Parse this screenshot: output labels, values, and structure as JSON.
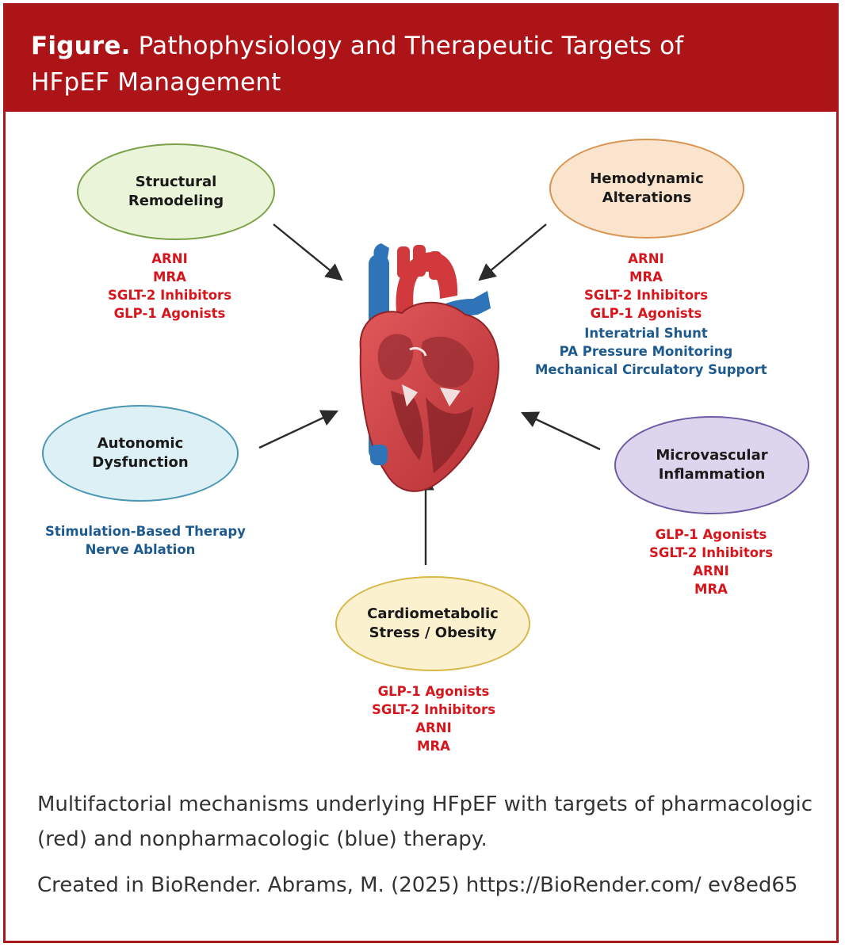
{
  "header": {
    "lead": "Figure.",
    "title": "Pathophysiology and Therapeutic Targets of HFpEF Management"
  },
  "colors": {
    "brand_red": "#ad1418",
    "pharmacologic_red": "#d6161c",
    "nonpharmacologic_blue": "#1d5a8f"
  },
  "icons": {
    "center": "heart-anatomy-icon"
  },
  "nodes": {
    "structural": {
      "label": "Structural Remodeling",
      "therapies": [
        "ARNI",
        "MRA",
        "SGLT-2 Inhibitors",
        "GLP-1 Agonists"
      ],
      "blue_therapies": []
    },
    "hemodynamic": {
      "label": "Hemodynamic Alterations",
      "therapies": [
        "ARNI",
        "MRA",
        "SGLT-2 Inhibitors",
        "GLP-1 Agonists"
      ],
      "blue_therapies": [
        "Interatrial Shunt",
        "PA Pressure Monitoring",
        "Mechanical Circulatory Support"
      ]
    },
    "autonomic": {
      "label": "Autonomic Dysfunction",
      "therapies": [],
      "blue_therapies": [
        "Stimulation-Based Therapy",
        "Nerve Ablation"
      ]
    },
    "microvascular": {
      "label": "Microvascular Inflammation",
      "therapies": [
        "GLP-1 Agonists",
        "SGLT-2 Inhibitors",
        "ARNI",
        "MRA"
      ],
      "blue_therapies": []
    },
    "cardiometabolic": {
      "label": "Cardiometabolic Stress / Obesity",
      "therapies": [
        "GLP-1 Agonists",
        "SGLT-2 Inhibitors",
        "ARNI",
        "MRA"
      ],
      "blue_therapies": []
    }
  },
  "caption": "Multifactorial mechanisms underlying HFpEF with targets of pharmacologic (red) and nonpharmacologic (blue) therapy.",
  "credit": "Created in BioRender. Abrams, M. (2025) https://BioRender.com/ ev8ed65"
}
